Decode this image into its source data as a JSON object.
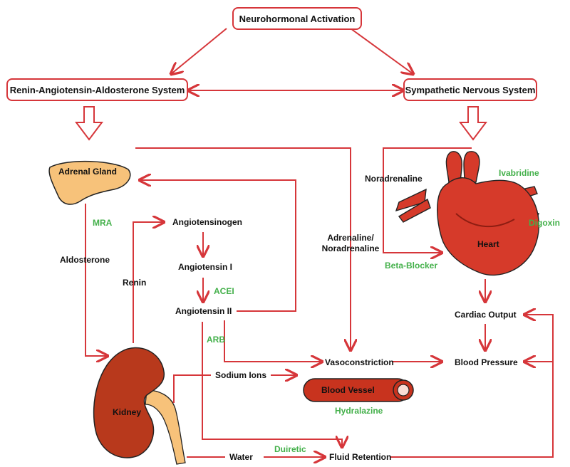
{
  "boxes": {
    "neuro": "Neurohormonal Activation",
    "raas": "Renin-Angiotensin-Aldosterone System",
    "sns": "Sympathetic Nervous System"
  },
  "organs": {
    "adrenal": "Adrenal Gland",
    "kidney": "Kidney",
    "heart": "Heart",
    "vessel": "Blood Vessel"
  },
  "labels": {
    "aldosterone": "Aldosterone",
    "renin": "Renin",
    "angiotensinogen": "Angiotensinogen",
    "angiotensin1": "Angiotensin I",
    "angiotensin2": "Angiotensin II",
    "adrenaline_line1": "Adrenaline/",
    "adrenaline_line2": "Noradrenaline",
    "noradrenaline": "Noradrenaline",
    "cardiac_output": "Cardiac Output",
    "blood_pressure": "Blood Pressure",
    "vasoconstriction": "Vasoconstriction",
    "sodium_ions": "Sodium Ions",
    "water": "Water",
    "fluid_retention": "Fluid Retention"
  },
  "drugs": {
    "mra": "MRA",
    "acei": "ACEI",
    "arb": "ARB",
    "beta_blocker": "Beta-Blocker",
    "ivabridine": "Ivabridine",
    "digoxin": "Digoxin",
    "hydralazine": "Hydralazine",
    "duiretic": "Duiretic"
  },
  "colors": {
    "arrow": "#d6363a",
    "drug": "#43b04a",
    "adrenal": "#f7c27a",
    "kidney": "#b8391c",
    "heart": "#d63a2a",
    "vessel": "#c8331e"
  }
}
